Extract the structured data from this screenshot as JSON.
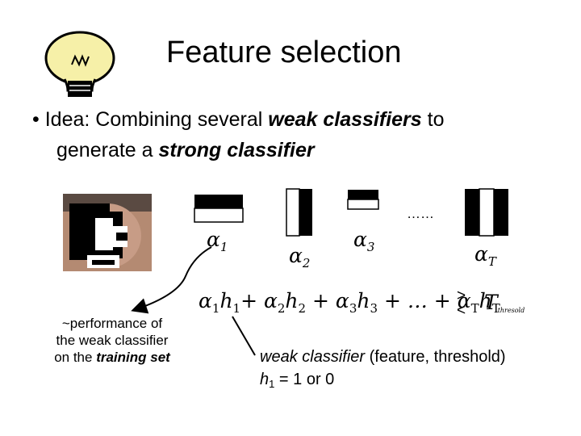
{
  "title": "Feature selection",
  "bullet": {
    "pre": "Idea: Combining several ",
    "weak": "weak classifiers",
    "mid": " to",
    "line2_pre": "generate a ",
    "strong": "strong classifier"
  },
  "alphas": {
    "a1_base": "α",
    "a1_sub": "1",
    "a2_base": "α",
    "a2_sub": "2",
    "a3_base": "α",
    "a3_sub": "3",
    "aT_base": "α",
    "aT_sub": "T"
  },
  "ellipsis": "……",
  "equation": {
    "t1": "α",
    "s1": "1",
    "t2": "h",
    "s2": "1",
    "t3": "+ α",
    "s3": "2",
    "t4": "h",
    "s4": "2",
    "t5": " + α",
    "s5": "3",
    "t6": "h",
    "s6": "3",
    "t7": " + … + α",
    "s7": "T",
    "t8": "h",
    "s8": "T"
  },
  "comparison": {
    "gt": ">",
    "lt": "<"
  },
  "threshold": {
    "base": "T",
    "sub": "thresold"
  },
  "performance_note": {
    "line1": "~performance of",
    "line2": "the weak classifier",
    "line3_pre": "on the ",
    "line3_it": "training set"
  },
  "weak_note": {
    "line1_it": "weak classifier",
    "line1_rest": " (feature, threshold)",
    "line2_h": "h",
    "line2_sub": "1",
    "line2_rest": " = 1 or 0"
  }
}
